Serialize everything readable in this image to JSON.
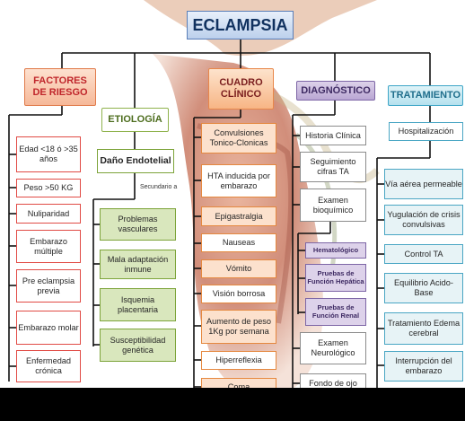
{
  "title": "ECLAMPSIA",
  "categories": {
    "risk": "FACTORES DE RIESGO",
    "etiology": "ETIOLOGÍA",
    "clinical": "CUADRO CLÍNICO",
    "diagnosis": "DIAGNÓSTICO",
    "treatment": "TRATAMIENTO"
  },
  "risk_factors": [
    "Edad <18 ó >35 años",
    "Peso >50 KG",
    "Nuliparidad",
    "Embarazo múltiple",
    "Pre eclampsia previa",
    "Embarazo molar",
    "Enfermedad crónica"
  ],
  "etiology": {
    "main": "Daño Endotelial",
    "connector": "Secundario a",
    "items": [
      "Problemas vasculares",
      "Mala adaptación inmune",
      "Isquemia placentaria",
      "Susceptibilidad genética"
    ]
  },
  "clinical": [
    "Convulsiones Tonico-Clonicas",
    "HTA inducida por embarazo",
    "Epigastralgia",
    "Nauseas",
    "Vómito",
    "Visión borrosa",
    "Aumento de peso 1Kg por semana",
    "Hiperreflexia",
    "Coma"
  ],
  "diagnosis": {
    "items": [
      "Historia Clínica",
      "Seguimiento cifras TA",
      "Examen bioquímico",
      "Examen Neurológico",
      "Fondo de ojo"
    ],
    "sub_items": [
      "Hematológico",
      "Pruebas de Función Hepática",
      "Pruebas de Función Renal"
    ]
  },
  "treatment": {
    "main": "Hospitalización",
    "items": [
      "Vía aérea permeable",
      "Yugulación de crisis convulsivas",
      "Control TA",
      "Equilibrio Acido-Base",
      "Tratamiento Edema cerebral",
      "Interrupción del embarazo"
    ]
  }
}
